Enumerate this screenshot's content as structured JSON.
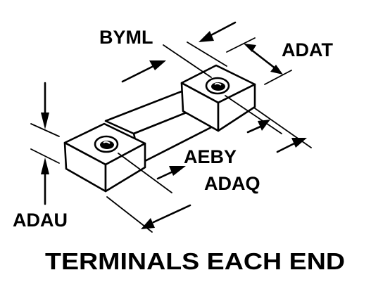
{
  "labels": {
    "byml": "BYML",
    "adat": "ADAT",
    "aeby": "AEBY",
    "adaq": "ADAQ",
    "adau": "ADAU"
  },
  "caption": "TERMINALS EACH END",
  "colors": {
    "ink": "#000000",
    "background": "#ffffff"
  }
}
